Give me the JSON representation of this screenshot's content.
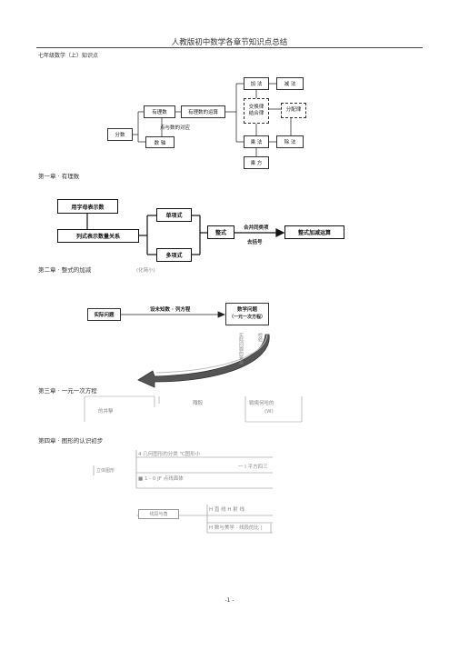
{
  "header": {
    "title": "人教版初中数学各章节知识点总结"
  },
  "grade_title": "七年级数学（上）知识点",
  "sections": {
    "ch1": "第一章 · 有理数",
    "ch2": "第二章 · 整式的加减",
    "ch3": "第三章 · 一元一次方程",
    "ch4": "第四章 · 图形的认识初步"
  },
  "diagram1": {
    "fenshu": "分数",
    "youlishu": "有理数",
    "yunsuan": "有理数的运算",
    "shuzhou": "数 轴",
    "duiying": "点与数的对应",
    "jiafa": "加 法",
    "jianfa": "减 法",
    "jiaohuan": "交换律",
    "jiehe": "结合律",
    "fenpei": "分配律",
    "chengfa": "乘 法",
    "chufa": "除 法",
    "chengfang": "乘 方"
  },
  "diagram2": {
    "zimu": "用字母表示数",
    "liesi": "列式表示数量关系",
    "danxiang": "单项式",
    "duoxiang": "多项式",
    "zhengshi": "整式",
    "hebing": "合并同类项",
    "qukuohao": "去括号",
    "jiajian": "整式加减运算",
    "faint_note": "(化简小)"
  },
  "diagram3": {
    "shiji": "实际问题",
    "shezhi": "设未知数 · 列方程",
    "shuxue": "数学问题",
    "yiyuan": "（一元一次方程）",
    "side_a": "实际问题的答案",
    "side_b": "检验"
  },
  "ch3_faint": {
    "a": "的并擊",
    "b": "陬毅",
    "c": "戦痍何哈的",
    "d": "(W)"
  },
  "ch4_faint": {
    "a": "4 几何图形的分类 ℃图形小",
    "b": "一 I 平方四三",
    "c": "■ 1 - 0 JF 点线面体",
    "d": "立体图形",
    "e": "H  直 线  H  射 线",
    "f": "线段与角",
    "g": "H 数与美学 · 线段的比 |"
  },
  "footer": {
    "page": "-1 -"
  }
}
